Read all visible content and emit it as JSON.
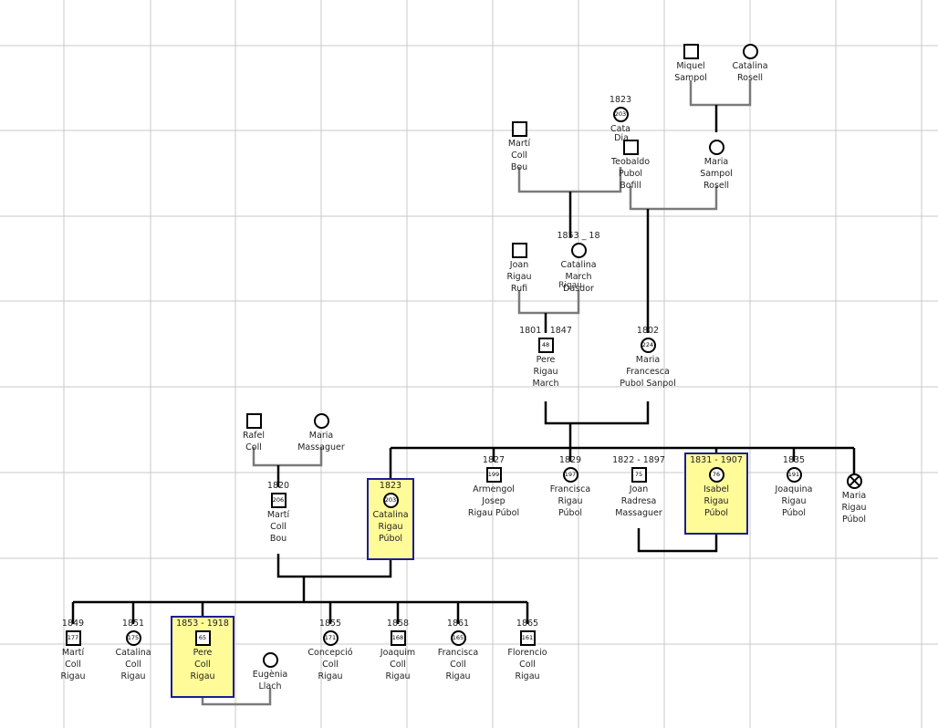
{
  "persons": {
    "miquel_sampol": {
      "dates": "",
      "num": "",
      "name": "Miquel\nSampol",
      "sex": "male"
    },
    "catalina_rosell": {
      "dates": "",
      "num": "",
      "name": "Catalina\nRosell",
      "sex": "female"
    },
    "marti_coll_bou_sr": {
      "dates": "",
      "num": "",
      "name": "Martí\nColl\nBou",
      "sex": "male"
    },
    "catalina_x": {
      "dates": "1823",
      "num": "203",
      "name": "Cata",
      "sex": "female"
    },
    "teobaldo_pubol": {
      "dates": "",
      "num": "",
      "name": "Teobaldo\nPubol\nBofill",
      "sex": "male"
    },
    "maria_sampol": {
      "dates": "",
      "num": "",
      "name": "Maria\nSampol\nRosell",
      "sex": "female"
    },
    "joan_rigau": {
      "dates": "",
      "num": "",
      "name": "Joan\nRigau\nRufi",
      "sex": "male"
    },
    "catalina_march": {
      "dates": "1853 _ 18",
      "num": "",
      "name": "Catalina\nMarch\nDasdor",
      "sex": "female"
    },
    "pere_rigau_march": {
      "dates": "1801 - 1847",
      "num": "48",
      "name": "Pere\nRigau\nMarch",
      "sex": "male"
    },
    "maria_francesca": {
      "dates": "1802",
      "num": "224",
      "name": "Maria\nFrancesca\nPubol Sanpol",
      "sex": "female"
    },
    "rafel_coll": {
      "dates": "",
      "num": "",
      "name": "Rafel\nColl",
      "sex": "male"
    },
    "maria_massaguer": {
      "dates": "",
      "num": "",
      "name": "Maria\nMassaguer",
      "sex": "female"
    },
    "marti_coll_bou": {
      "dates": "1820",
      "num": "206",
      "name": "Martí\nColl\nBou",
      "sex": "male"
    },
    "catalina_rigau_pubol": {
      "dates": "1823",
      "num": "203",
      "name": "Catalina\nRigau\nPúbol",
      "sex": "female"
    },
    "armengol": {
      "dates": "1827",
      "num": "199",
      "name": "Armengol\nJosep\nRigau Púbol",
      "sex": "male"
    },
    "francisca_rigau": {
      "dates": "1829",
      "num": "197",
      "name": "Francisca\nRigau\nPúbol",
      "sex": "female"
    },
    "joan_radresa": {
      "dates": "1822 - 1897",
      "num": "75",
      "name": "Joan\nRadresa\nMassaguer",
      "sex": "male"
    },
    "isabel_rigau": {
      "dates": "1831 - 1907",
      "num": "76",
      "name": "Isabel\nRigau\nPúbol",
      "sex": "female"
    },
    "joaquina_rigau": {
      "dates": "1835",
      "num": "191",
      "name": "Joaquina\nRigau\nPúbol",
      "sex": "female"
    },
    "maria_rigau": {
      "dates": "",
      "num": "",
      "name": "Maria\nRigau\nPúbol",
      "sex": "female"
    },
    "marti_coll_rigau": {
      "dates": "1849",
      "num": "177",
      "name": "Martí\nColl\nRigau",
      "sex": "male"
    },
    "catalina_coll_rigau": {
      "dates": "1851",
      "num": "175",
      "name": "Catalina\nColl\nRigau",
      "sex": "female"
    },
    "pere_coll_rigau": {
      "dates": "1853 - 1918",
      "num": "65",
      "name": "Pere\nColl\nRigau",
      "sex": "male"
    },
    "eugenia_llach": {
      "dates": "",
      "num": "",
      "name": "Eugènia\nLlach",
      "sex": "female"
    },
    "concepcio": {
      "dates": "1855",
      "num": "171",
      "name": "Concepció\nColl\nRigau",
      "sex": "female"
    },
    "joaquim": {
      "dates": "1858",
      "num": "168",
      "name": "Joaquim\nColl\nRigau",
      "sex": "male"
    },
    "francisca_coll": {
      "dates": "1861",
      "num": "165",
      "name": "Francisca\nColl\nRigau",
      "sex": "female"
    },
    "florencio": {
      "dates": "1865",
      "num": "161",
      "name": "Florencio\nColl\nRigau",
      "sex": "male"
    }
  },
  "overlap_text": {
    "rigau": "Rigau",
    "cata_frag": "Dia"
  },
  "colors": {
    "grid": "#c8c8c8",
    "line": "#000000",
    "gray_line": "#7a7a7a",
    "highlight_fill": "#fffb99",
    "highlight_border": "#1b1f8e"
  }
}
